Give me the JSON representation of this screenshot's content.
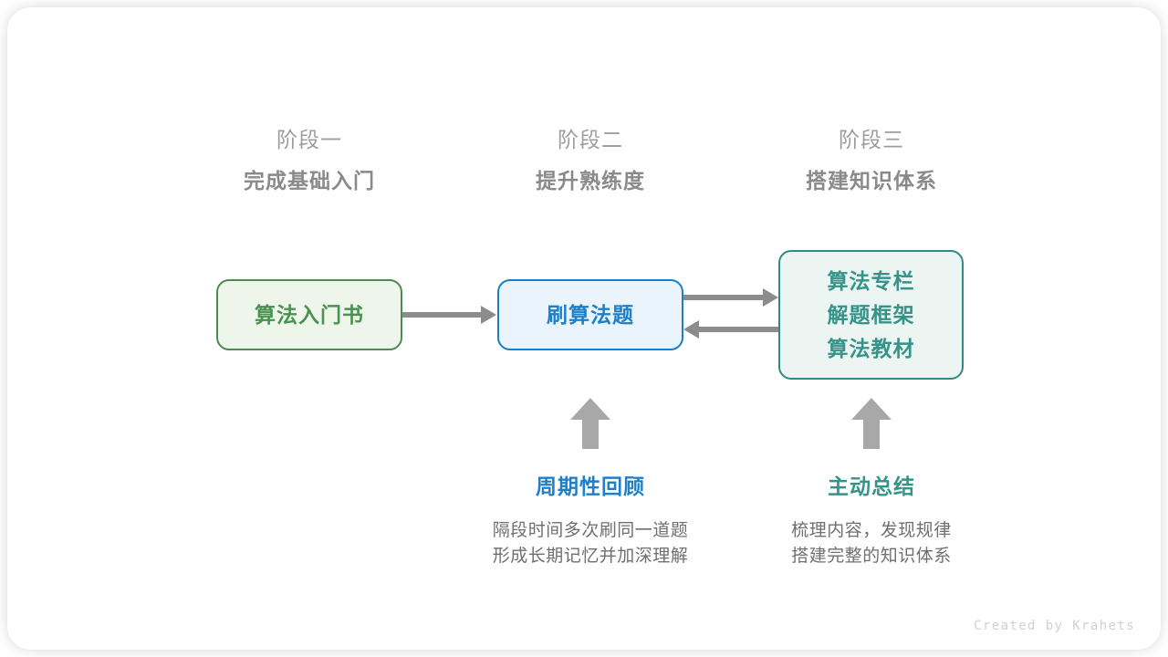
{
  "stages": [
    {
      "number": "阶段一",
      "title": "完成基础入门"
    },
    {
      "number": "阶段二",
      "title": "提升熟练度"
    },
    {
      "number": "阶段三",
      "title": "搭建知识体系"
    }
  ],
  "nodes": {
    "book": {
      "label": "算法入门书",
      "color": "#4b9150",
      "border": "#4d8b51",
      "fill": "#eef6ec"
    },
    "practice": {
      "label": "刷算法题",
      "color": "#1f80c8",
      "border": "#1c7ec4",
      "fill": "#e9f4fd"
    },
    "resources": {
      "lines": [
        "算法专栏",
        "解题框架",
        "算法教材"
      ],
      "color": "#35938a",
      "border": "#2f8a83",
      "fill": "#ecf5f2"
    }
  },
  "captions": [
    {
      "title": "周期性回顾",
      "line1": "隔段时间多次刷同一道题",
      "line2": "形成长期记忆并加深理解",
      "color": "#1f80c8"
    },
    {
      "title": "主动总结",
      "line1": "梳理内容，发现规律",
      "line2": "搭建完整的知识体系",
      "color": "#35938a"
    }
  ],
  "arrows": {
    "book_to_practice": "arrow-right",
    "practice_to_resources": "arrow-right",
    "resources_to_practice": "arrow-left",
    "review_up": "arrow-up",
    "summary_up": "arrow-up"
  },
  "credit": "Created by Krahets"
}
